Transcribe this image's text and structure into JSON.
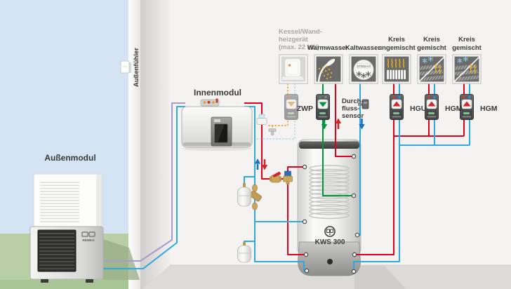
{
  "brand": "REMKO",
  "labels": {
    "outdoor_module": "Außenmodul",
    "indoor_module": "Innenmodul",
    "outdoor_sensor": "Außenfühler"
  },
  "consumers": {
    "kessel": {
      "lines": [
        "Kessel/Wand-",
        "heizgerät",
        "(max. 22 kW)"
      ]
    },
    "warmwasser": {
      "label": "Warmwasser"
    },
    "kaltwasser": {
      "label": "Kaltwasser",
      "meter_reading": "07353 m³"
    },
    "kreis_ungemischt": {
      "lines": [
        "Kreis",
        "ungemischt"
      ]
    },
    "kreis_gemischt_1": {
      "lines": [
        "Kreis",
        "gemischt"
      ]
    },
    "kreis_gemischt_2": {
      "lines": [
        "Kreis",
        "gemischt"
      ]
    }
  },
  "pumps": {
    "zwp": "ZWP",
    "hgu": "HGU",
    "hgm_1": "HGM",
    "hgm_2": "HGM"
  },
  "flow_sensor": {
    "lines": [
      "Durch-",
      "fluss-",
      "sensor"
    ]
  },
  "tank": {
    "model": "KWS 300"
  },
  "colors": {
    "heating_flow_red": "#e2001a",
    "heating_return_blue": "#2fa8e0",
    "circulation_green": "#00963f",
    "refrigerant_purple": "#a79bca",
    "optional_orange": "#ef8e1e",
    "optional_blue": "#a6d8f0"
  }
}
